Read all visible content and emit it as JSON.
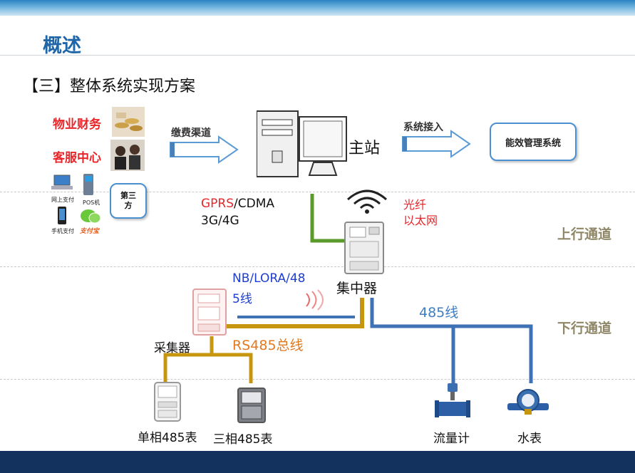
{
  "page": {
    "title": "概述",
    "subtitle": "【三】整体系统实现方案"
  },
  "sources": {
    "property_finance": "物业财务",
    "customer_service": "客服中心",
    "third_party": "第三方",
    "online_pay": "网上支付",
    "pos": "POS机",
    "mobile_pay": "手机支付",
    "alipay": "支付宝"
  },
  "flow": {
    "payment_channel": "缴费渠道",
    "main_station": "主站",
    "system_access": "系统接入",
    "energy_system": "能效管理系统"
  },
  "uplink": {
    "gprs": "GPRS",
    "cdma": "/CDMA",
    "g34": "3G/4G",
    "fiber": "光纤",
    "ethernet": "以太网",
    "channel_label": "上行通道"
  },
  "concentrator": {
    "label": "集中器"
  },
  "downlink": {
    "nb_lora_1": "NB/LORA/48",
    "nb_lora_2": "5线",
    "line485": "485线",
    "collector": "采集器",
    "rs485": "RS485总线",
    "channel_label": "下行通道"
  },
  "devices": {
    "single_phase": "单相485表",
    "three_phase": "三相485表",
    "flow_meter": "流量计",
    "water_meter": "水表"
  },
  "colors": {
    "title": "#1f66a8",
    "red": "#e8262a",
    "olive": "#8f8767",
    "green_line": "#5a9a2a",
    "gold_line": "#c7960f",
    "blue_line": "#3f72b5",
    "bottom_bar": "#14325e"
  },
  "icons": [
    "coins-icon",
    "call-center-icon",
    "laptop-icon",
    "kiosk-icon",
    "phone-icon",
    "wechat-icon",
    "computer-icon",
    "wifi-icon",
    "concentrator-icon",
    "collector-icon",
    "single-phase-meter-icon",
    "three-phase-meter-icon",
    "flow-meter-icon",
    "water-meter-icon",
    "arrow-icon"
  ]
}
